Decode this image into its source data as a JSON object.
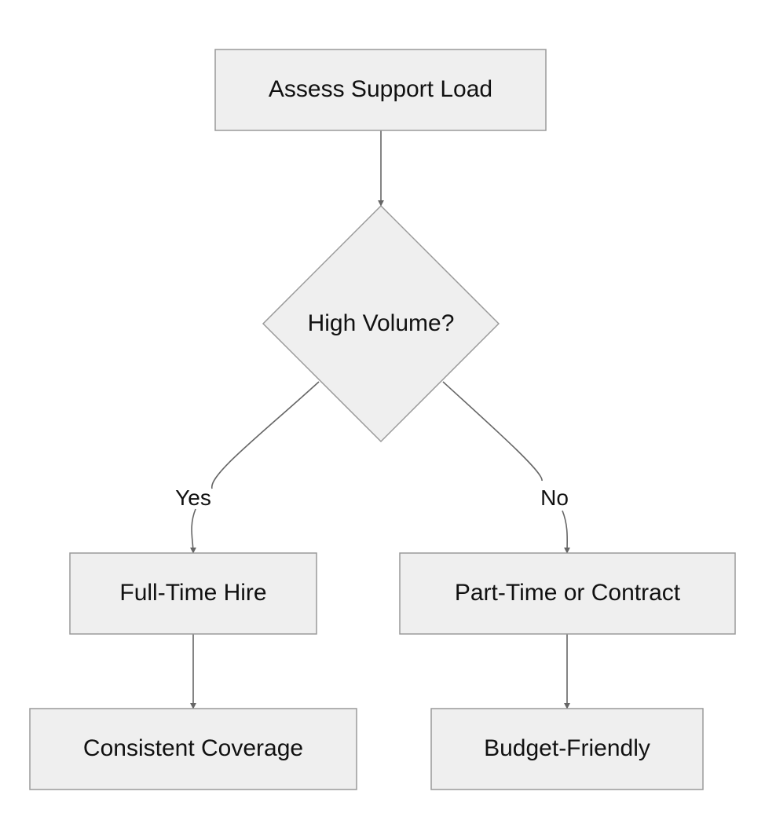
{
  "nodes": {
    "assess": "Assess Support Load",
    "decision": "High Volume?",
    "full_time": "Full-Time Hire",
    "part_time": "Part-Time or Contract",
    "coverage": "Consistent Coverage",
    "budget": "Budget-Friendly"
  },
  "edges": {
    "yes_label": "Yes",
    "no_label": "No"
  }
}
